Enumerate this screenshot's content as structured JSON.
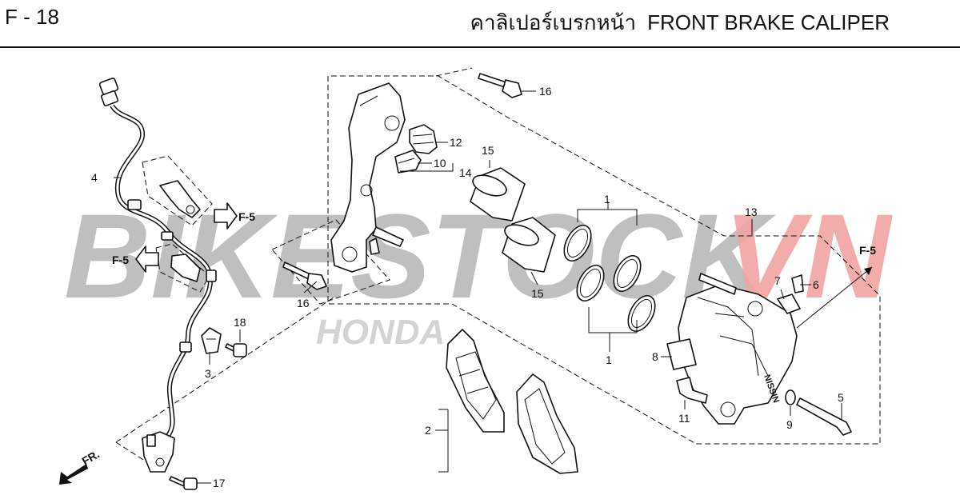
{
  "header": {
    "page_code": "F - 18",
    "title_thai": "คาลิเปอร์เบรกหน้า",
    "title_en": "FRONT BRAKE CALIPER"
  },
  "watermark": {
    "brand": "BIKESTOCK",
    "suffix": "VN",
    "sub": "HONDA",
    "brand_color": "#b0b0b0",
    "suffix_color": "#f2a3a3"
  },
  "refs": {
    "f5_right_wire": "F-5",
    "f5_left_wire": "F-5",
    "f5_caliper": "F-5",
    "front": "FR."
  },
  "callouts": {
    "c1a": "1",
    "c1b": "1",
    "c2": "2",
    "c3": "3",
    "c4": "4",
    "c5": "5",
    "c6": "6",
    "c7": "7",
    "c8": "8",
    "c9": "9",
    "c10": "10",
    "c11": "11",
    "c12": "12",
    "c13": "13",
    "c14": "14",
    "c15a": "15",
    "c15b": "15",
    "c16a": "16",
    "c16b": "16",
    "c17": "17",
    "c18": "18"
  }
}
